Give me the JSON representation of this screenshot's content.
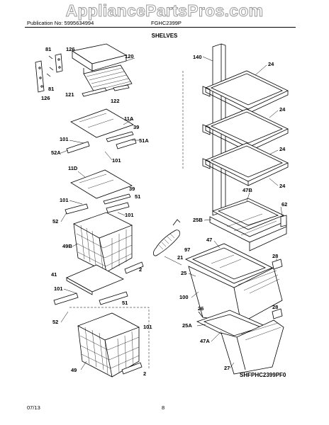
{
  "header": {
    "watermark": "AppliancePartsPros.com",
    "publication": "Publication No: 5995634994",
    "model": "FGHC2399P",
    "section_title": "SHELVES"
  },
  "diagram": {
    "drawing_code": "SHFPHC2399PF0",
    "part_labels": [
      "81",
      "126",
      "120",
      "81",
      "126",
      "121",
      "122",
      "11A",
      "39",
      "101",
      "51A",
      "52A",
      "101",
      "11D",
      "39",
      "101",
      "51",
      "101",
      "52",
      "49B",
      "2",
      "41",
      "101",
      "51",
      "52",
      "101",
      "49",
      "2",
      "140",
      "24",
      "24",
      "24",
      "47B",
      "25B",
      "62",
      "97",
      "21",
      "47",
      "25",
      "100",
      "26",
      "28",
      "28",
      "25A",
      "47A",
      "27"
    ]
  },
  "footer": {
    "date": "07/13",
    "page": "8"
  }
}
